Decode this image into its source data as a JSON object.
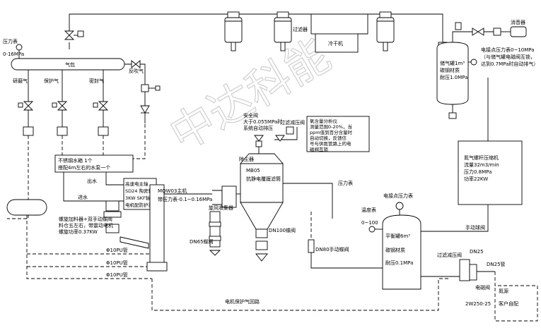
{
  "watermark": "中达科能",
  "labels": {
    "pressure_gauge_left": "压力表",
    "pressure_range_left": "0-16MPa",
    "gas_bag": "气包",
    "blowback_gas": "反吹气",
    "grinding_gas": "研磨气",
    "protect_gas": "保护气",
    "seal_gas": "密封气",
    "filter": "过滤器",
    "dryer": "冷干机",
    "tank_main": "储气罐1m³",
    "tank_material": "碳钢材质",
    "tank_pressure": "耐压1.0MPa",
    "muffler": "消音器",
    "contact_gauge_1": "电接点压力表0~10MPa",
    "contact_gauge_2": "（与储气罐电磁阀互锁，",
    "contact_gauge_3": "达到0.7MPa时自动排气）",
    "safety_valve_1": "安全阀",
    "safety_valve_2": "大于0.055MPa时",
    "safety_valve_3": "系统自动排压",
    "filter_reducer": "过滤减压阀",
    "oxy_1": "氧含量分析仪",
    "oxy_2": "测量范围0-20%，当",
    "oxy_3": "ppm值到百分含量时",
    "oxy_4": "自动切换，反馈信",
    "oxy_5": "号与供氮管路上的电",
    "oxy_6": "磁阀互锁",
    "sep_1": "除尘器",
    "sep_2": "MB05",
    "sep_3": "抗静电覆膜滤筒",
    "pressure_gauge_mid": "压力表",
    "water_1": "不锈钢水箱 1个",
    "water_2": "搭配4m左右的水泵一个",
    "water_out": "出水",
    "water_in": "进水",
    "spindle_1": "高速电主轴",
    "spindle_2": "SD24 陶瓷轴承",
    "spindle_3": "3KW SKF轴承",
    "spindle_4": "电机配防护罩",
    "main_1": "MQW03主机",
    "main_2": "带压力表-0.1~0.16MPa",
    "cyclone": "旋风收集器",
    "dn65": "DN65蝶阀",
    "dn100": "DN100蝶阀",
    "dn80": "DN80手动蝶阀",
    "feeder_1": "螺旋加料器+双手动蝶阀",
    "feeder_2": "料仓五左右，带震动电机",
    "feeder_3": "螺旋功率0.37KW",
    "pipe_1": "Φ10PU管",
    "pipe_2": "Φ10PU管",
    "pipe_3": "Φ10PU管",
    "motor_return": "电机保护气回路",
    "temp_gauge": "温度表",
    "temp_range": "0~100",
    "contact_gauge_bottom": "电接点压力表",
    "balance_1": "平衡罐6m³",
    "balance_2": "碳钢材质",
    "balance_3": "耐压0.1MPa",
    "compressor_1": "氮气螺杆压缩机",
    "compressor_2": "流量32m3/min",
    "compressor_3": "压力0.8MPa",
    "compressor_4": "功率22KW",
    "manual_ball": "手动球阀",
    "reducer_bottom": "过滤减压阀",
    "dn25_top": "DN25",
    "dn25_pipe": "DN25管",
    "solenoid": "电磁阀",
    "nitrogen_1": "氮源",
    "nitrogen_2": "客户自配",
    "model": "2W250-25"
  }
}
